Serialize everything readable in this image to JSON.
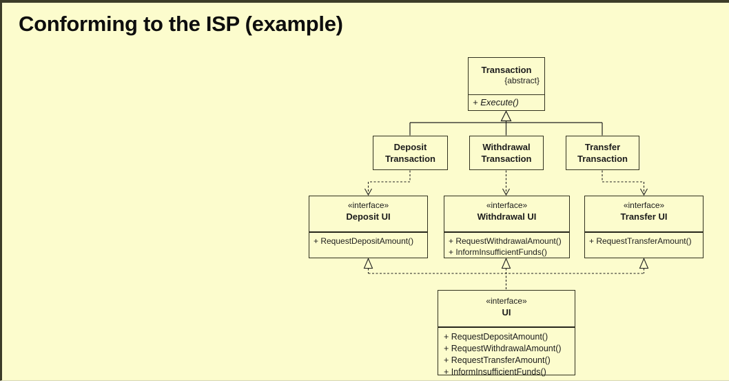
{
  "title": "Conforming to the ISP (example)",
  "colors": {
    "slide_background": "#fcfccd",
    "frame_border": "#3c3c28",
    "diagram_lines": "#1f1f1f",
    "text": "#1b1b1b"
  },
  "diagram": {
    "transaction": {
      "name": "Transaction",
      "constraint": "{abstract}",
      "methods": [
        "+ Execute()"
      ]
    },
    "deposit_transaction": {
      "lines": [
        "Deposit",
        "Transaction"
      ]
    },
    "withdrawal_transaction": {
      "lines": [
        "Withdrawal",
        "Transaction"
      ]
    },
    "transfer_transaction": {
      "lines": [
        "Transfer",
        "Transaction"
      ]
    },
    "deposit_ui": {
      "stereotype": "«interface»",
      "name": "Deposit UI",
      "methods": [
        "+ RequestDepositAmount()"
      ]
    },
    "withdrawal_ui": {
      "stereotype": "«interface»",
      "name": "Withdrawal UI",
      "methods": [
        "+ RequestWithdrawalAmount()",
        "+ InformInsufficientFunds()"
      ]
    },
    "transfer_ui": {
      "stereotype": "«interface»",
      "name": "Transfer UI",
      "methods": [
        "+ RequestTransferAmount()"
      ]
    },
    "ui": {
      "stereotype": "«interface»",
      "name": "UI",
      "methods": [
        "+ RequestDepositAmount()",
        "+ RequestWithdrawalAmount()",
        "+ RequestTransferAmount()",
        "+ InformInsufficientFunds()"
      ]
    }
  }
}
